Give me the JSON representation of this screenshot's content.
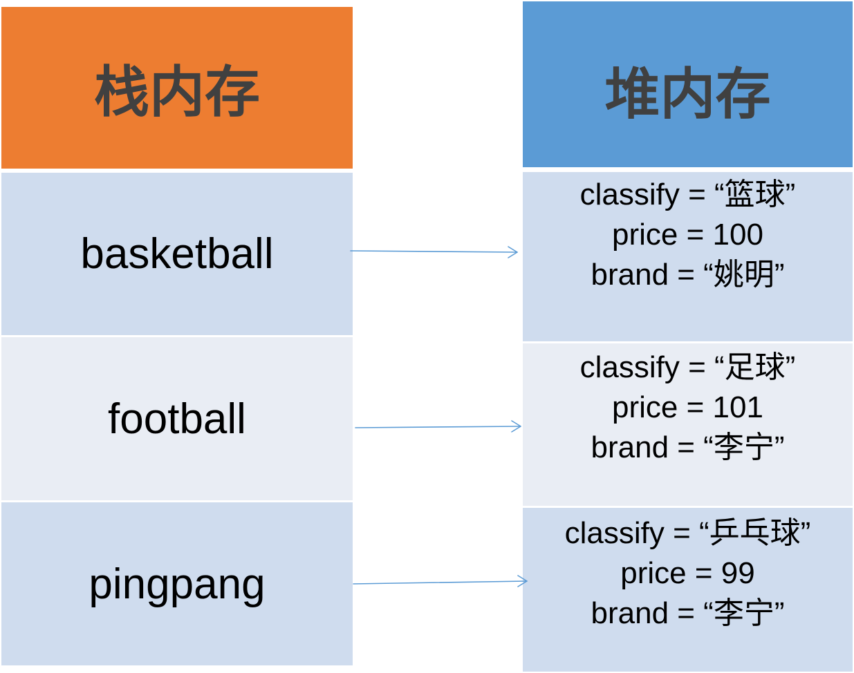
{
  "colors": {
    "stack_header_bg": "#ED7D31",
    "heap_header_bg": "#5B9BD5",
    "row_dark": "#CFDCEE",
    "row_light": "#E9EDF4",
    "arrow": "#5B9BD5",
    "header_text": "#404040"
  },
  "stack": {
    "title": "栈内存",
    "items": [
      {
        "label": "basketball"
      },
      {
        "label": "football"
      },
      {
        "label": "pingpang"
      }
    ]
  },
  "heap": {
    "title": "堆内存",
    "objects": [
      {
        "classify": "classify = “篮球”",
        "price": "price = 100",
        "brand": "brand = “姚明”"
      },
      {
        "classify": "classify = “足球”",
        "price": "price = 101",
        "brand": "brand = “李宁”"
      },
      {
        "classify": "classify = “乒乓球”",
        "price": "price = 99",
        "brand": "brand = “李宁”"
      }
    ]
  }
}
